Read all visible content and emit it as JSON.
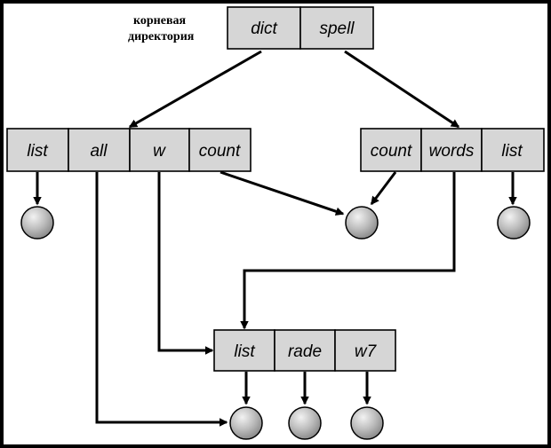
{
  "root_label": [
    "корневая",
    "директория"
  ],
  "root_dir": [
    "dict",
    "spell"
  ],
  "dict_dir": [
    "list",
    "all",
    "w",
    "count"
  ],
  "spell_dir": [
    "count",
    "words",
    "list"
  ],
  "sub_dir": [
    "list",
    "rade",
    "w7"
  ]
}
